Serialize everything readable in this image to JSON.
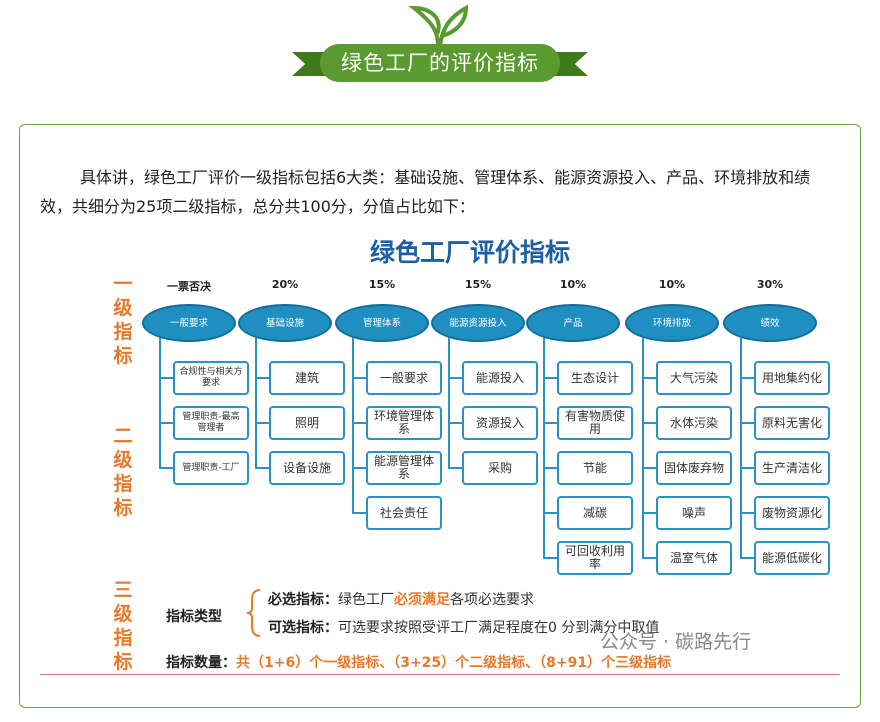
{
  "header": {
    "title": "绿色工厂的评价指标",
    "colors": {
      "green": "#5a9a2e",
      "dark_green": "#3f7a1c"
    }
  },
  "intro": "具体讲，绿色工厂评价一级指标包括6大类：基础设施、管理体系、能源资源投入、产品、环境排放和绩效，共细分为25项二级指标，总分共100分，分值占比如下：",
  "figure": {
    "title": "绿色工厂评价指标",
    "levels": [
      "一级指标",
      "二级指标",
      "三级指标"
    ],
    "columns": [
      {
        "weight": "一票否决",
        "name": "一般要求",
        "items": [
          "合规性与相关方要求",
          "管理职责-最高管理者",
          "管理职责-工厂"
        ]
      },
      {
        "weight": "20%",
        "name": "基础设施",
        "items": [
          "建筑",
          "照明",
          "设备设施"
        ]
      },
      {
        "weight": "15%",
        "name": "管理体系",
        "items": [
          "一般要求",
          "环境管理体系",
          "能源管理体系",
          "社会责任"
        ]
      },
      {
        "weight": "15%",
        "name": "能源资源投入",
        "items": [
          "能源投入",
          "资源投入",
          "采购"
        ]
      },
      {
        "weight": "10%",
        "name": "产品",
        "items": [
          "生态设计",
          "有害物质使用",
          "节能",
          "减碳",
          "可回收利用率"
        ]
      },
      {
        "weight": "10%",
        "name": "环境排放",
        "items": [
          "大气污染",
          "水体污染",
          "固体废弃物",
          "噪声",
          "温室气体"
        ]
      },
      {
        "weight": "30%",
        "name": "绩效",
        "items": [
          "用地集约化",
          "原料无害化",
          "生产清洁化",
          "废物资源化",
          "能源低碳化"
        ]
      }
    ],
    "type_label": "指标类型",
    "required_label": "必选指标：",
    "required_pre": "绿色工厂",
    "required_emph": "必须满足",
    "required_post": "各项必选要求",
    "optional_label": "可选指标：",
    "optional_text": "可选要求按照受评工厂满足程度在0 分到满分中取值",
    "count_label": "指标数量：",
    "count_text": "共（1+6）个一级指标、（3+25）个二级指标、（8+91）个三级指标",
    "watermark": "公众号 · 碳路先行"
  }
}
